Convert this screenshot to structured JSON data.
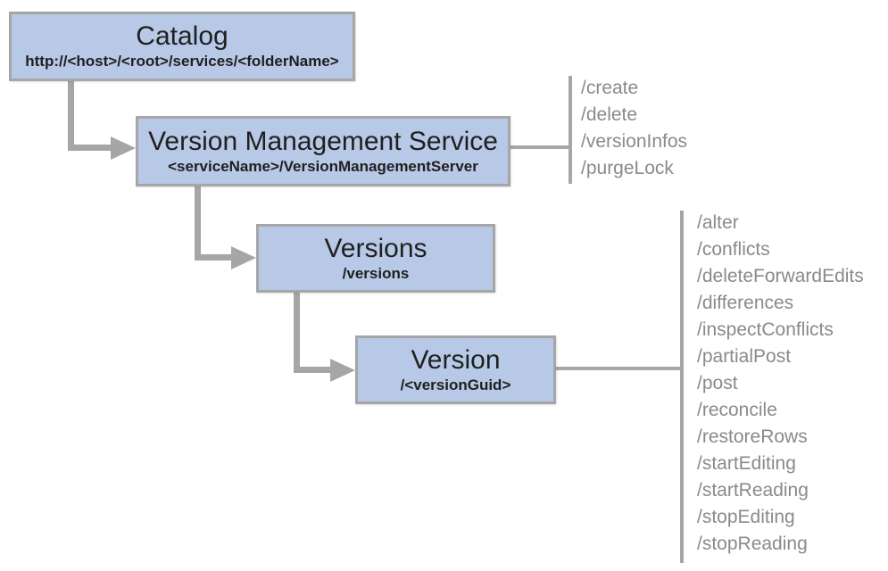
{
  "diagram": {
    "nodes": [
      {
        "title": "Catalog",
        "subtitle": "http://<host>/<root>/services/<folderName>"
      },
      {
        "title": "Version Management Service",
        "subtitle": "<serviceName>/VersionManagementServer"
      },
      {
        "title": "Versions",
        "subtitle": "/versions"
      },
      {
        "title": "Version",
        "subtitle": "/<versionGuid>"
      }
    ],
    "operations": {
      "version_management_service": [
        "/create",
        "/delete",
        "/versionInfos",
        "/purgeLock"
      ],
      "version": [
        "/alter",
        "/conflicts",
        "/deleteForwardEdits",
        "/differences",
        "/inspectConflicts",
        "/partialPost",
        "/post",
        "/reconcile",
        "/restoreRows",
        "/startEditing",
        "/startReading",
        "/stopEditing",
        "/stopReading"
      ]
    },
    "colors": {
      "node_fill": "#b7c9e6",
      "node_border": "#a6a6a6",
      "connector": "#a6a6a6",
      "operation_text": "#8a8a8a",
      "title_text": "#1f1f1f"
    }
  }
}
